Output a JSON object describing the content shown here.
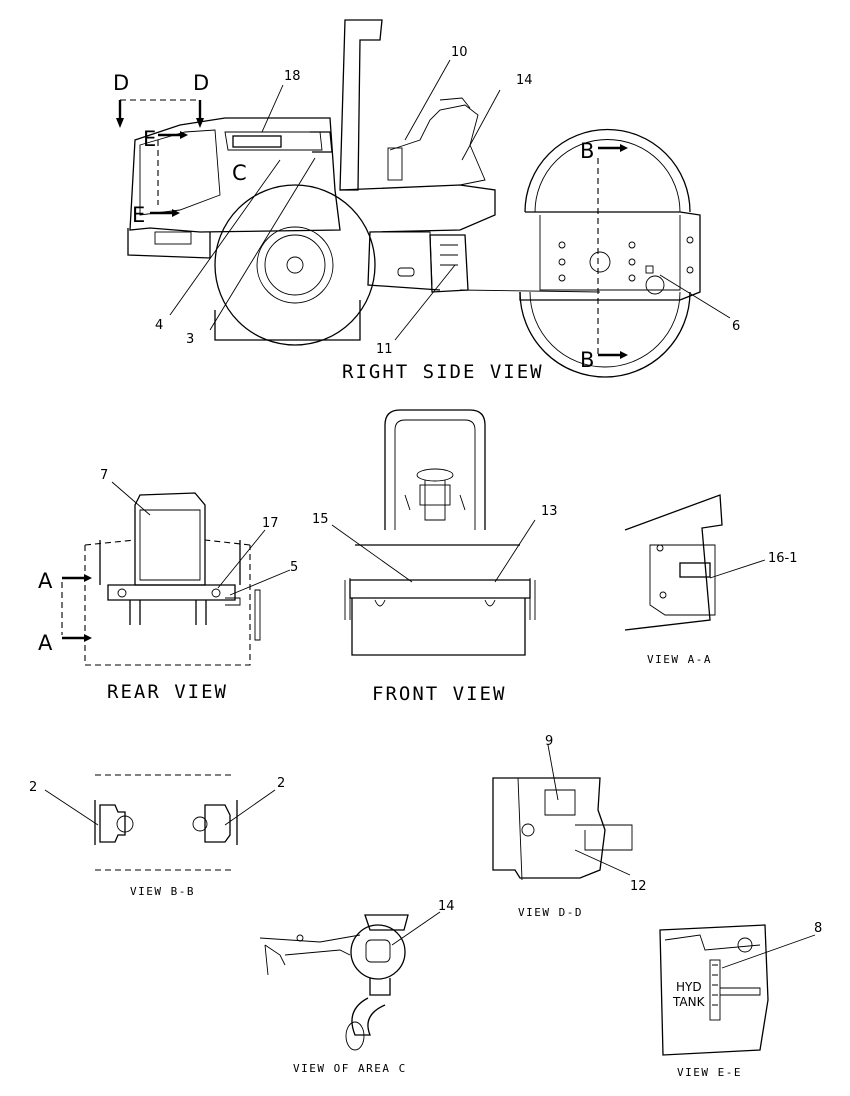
{
  "views": {
    "right_side": "RIGHT SIDE VIEW",
    "rear": "REAR VIEW",
    "front": "FRONT VIEW",
    "view_aa": "VIEW A-A",
    "view_bb": "VIEW B-B",
    "view_dd": "VIEW D-D",
    "view_area_c": "VIEW OF AREA C",
    "view_ee": "VIEW E-E"
  },
  "section_markers": {
    "d_left": "D",
    "d_right": "D",
    "e_top": "E",
    "e_bottom": "E",
    "c": "C",
    "b_top": "B",
    "b_bottom": "B",
    "a_top": "A",
    "a_bottom": "A"
  },
  "callouts": {
    "n18": "18",
    "n10": "10",
    "n14": "14",
    "n6": "6",
    "n11": "11",
    "n4": "4",
    "n3": "3",
    "n7": "7",
    "n17": "17",
    "n5": "5",
    "n15": "15",
    "n13": "13",
    "n16_1": "16-1",
    "n2_left": "2",
    "n2_right": "2",
    "n9": "9",
    "n12": "12",
    "n14_c": "14",
    "n8": "8"
  },
  "labels": {
    "hyd_tank_line1": "HYD",
    "hyd_tank_line2": "TANK"
  }
}
